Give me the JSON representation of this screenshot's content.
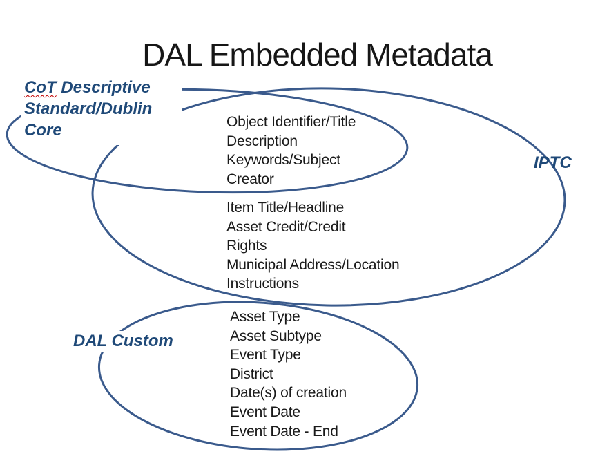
{
  "title": "DAL Embedded Metadata",
  "colors": {
    "label_text": "#1F4978",
    "ellipse_stroke": "#3A5A8C",
    "body_text": "#1A1A1A",
    "spellcheck_underline": "#C00000"
  },
  "diagram": {
    "type": "venn-euler",
    "sets": {
      "cot": {
        "label_line1_word": "CoT",
        "label_line1_rest": "Descriptive",
        "label_line2": "Standard/Dublin",
        "label_line3": "Core",
        "note": "spell-check wavy underline shown under the word CoT"
      },
      "iptc": {
        "label": "IPTC"
      },
      "dal": {
        "label": "DAL Custom"
      }
    },
    "regions": [
      {
        "region": "cot-iptc-intersection",
        "items": [
          "Object Identifier/Title",
          "Description",
          "Keywords/Subject",
          "Creator"
        ]
      },
      {
        "region": "iptc-only",
        "items": [
          "Item Title/Headline",
          "Asset Credit/Credit",
          "Rights",
          "Municipal Address/Location",
          "Instructions"
        ]
      },
      {
        "region": "dal-custom",
        "items": [
          "Asset Type",
          "Asset Subtype",
          "Event Type",
          "District",
          "Date(s) of creation",
          "Event Date",
          "Event Date - End"
        ]
      }
    ]
  }
}
